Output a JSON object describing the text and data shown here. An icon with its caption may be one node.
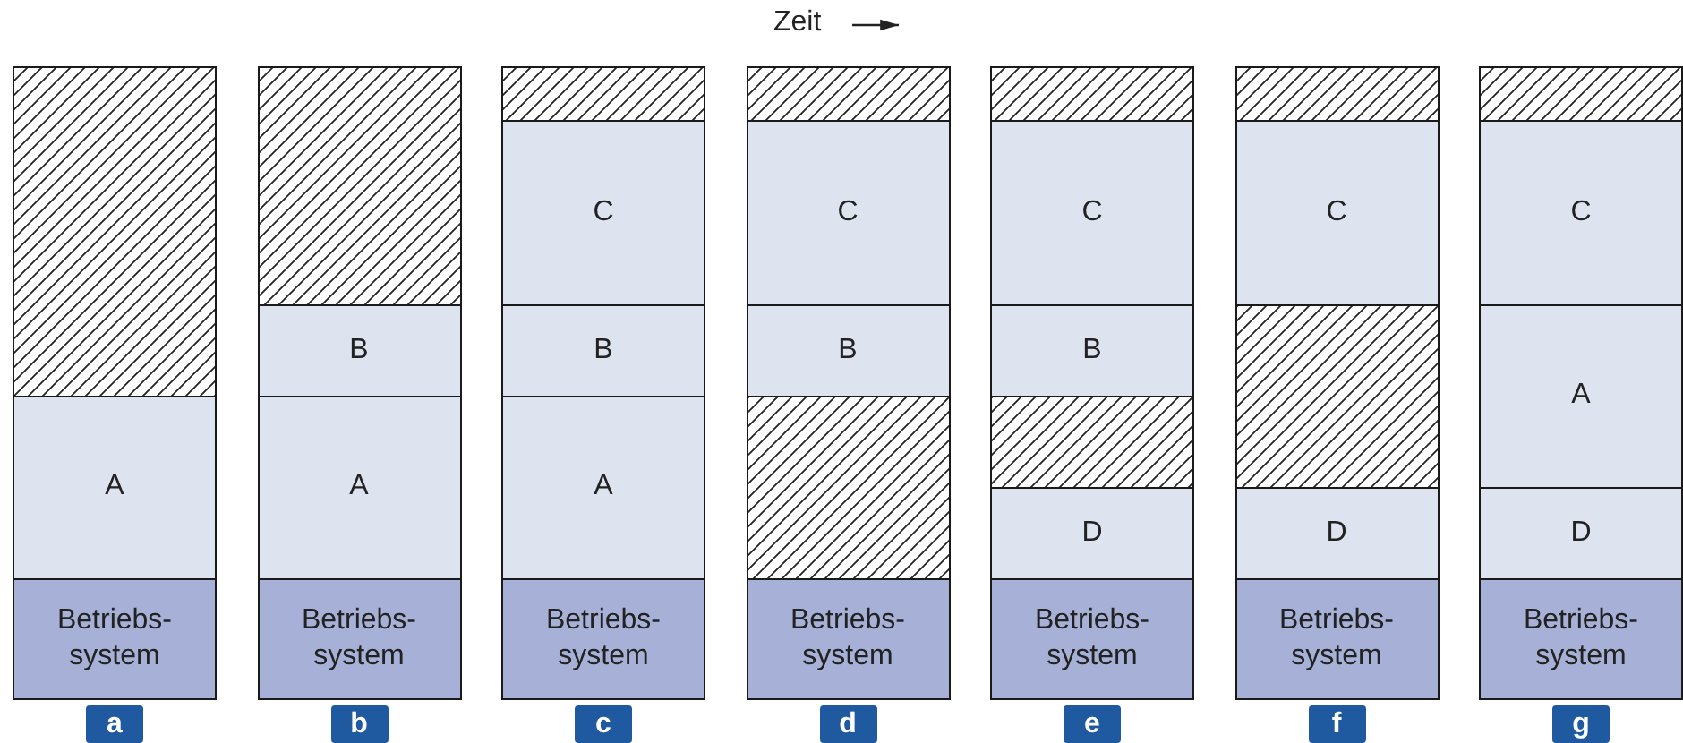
{
  "diagram": {
    "nodes": [
      {
        "text": [],
        "shape": "bar",
        "beside": [
          "a"
        ]
      },
      {
        "text": [],
        "shape": "box",
        "in": 0
      },
      {
        "text": [
          "A"
        ],
        "in": 0
      },
      {
        "text": [
          "Betriebs- system"
        ],
        "in": 0
      },
      {
        "text": [],
        "shape": "bar",
        "beside": [
          "b"
        ]
      },
      {
        "text": [],
        "shape": "box",
        "in": 4
      },
      {
        "text": [
          "B"
        ],
        "in": 4
      },
      {
        "text": [
          "A"
        ],
        "in": 4
      },
      {
        "text": [
          "Betriebs- system"
        ],
        "in": 4
      },
      {
        "text": [],
        "shape": "bar",
        "beside": [
          "c"
        ]
      },
      {
        "text": [],
        "shape": "box",
        "in": 9
      },
      {
        "text": [
          "C"
        ],
        "in": 9
      },
      {
        "text": [
          "B"
        ],
        "in": 9
      },
      {
        "text": [
          "A"
        ],
        "in": 9
      },
      {
        "text": [
          "Betriebs- system"
        ],
        "in": 9
      },
      {
        "text": [],
        "shape": "bar",
        "beside": [
          "d"
        ]
      },
      {
        "text": [],
        "shape": "box",
        "in": 15
      },
      {
        "text": [
          "C"
        ],
        "in": 15
      },
      {
        "text": [
          "B"
        ],
        "in": 15
      },
      {
        "text": [],
        "shape": "box",
        "in": 15
      },
      {
        "text": [
          "Betriebs- system"
        ],
        "in": 15
      },
      {
        "text": [],
        "shape": "bar",
        "beside": [
          "e"
        ]
      },
      {
        "text": [],
        "shape": "box",
        "in": 21
      },
      {
        "text": [
          "C"
        ],
        "in": 21
      },
      {
        "text": [
          "B"
        ],
        "in": 21
      },
      {
        "text": [],
        "shape": "box",
        "in": 21
      },
      {
        "text": [
          "D"
        ],
        "in": 21
      },
      {
        "text": [
          "Betriebs- system"
        ],
        "in": 21
      },
      {
        "text": [],
        "shape": "bar",
        "beside": [
          "f"
        ]
      },
      {
        "text": [],
        "shape": "box",
        "in": 28
      },
      {
        "text": [
          "C"
        ],
        "in": 28
      },
      {
        "text": [],
        "shape": "box",
        "in": 28
      },
      {
        "text": [
          "D"
        ],
        "in": 28
      },
      {
        "text": [
          "Betriebs- system"
        ],
        "in": 28
      },
      {
        "text": [],
        "shape": "bar",
        "beside": [
          "g"
        ]
      },
      {
        "text": [],
        "shape": "box",
        "in": 34
      },
      {
        "text": [
          "C"
        ],
        "in": 34
      },
      {
        "text": [
          "A"
        ],
        "in": 34
      },
      {
        "text": [
          "D"
        ],
        "in": 34
      },
      {
        "text": [
          "Betriebs- system"
        ],
        "in": 34
      }
    ],
    "labels": [
      "Zeit"
    ]
  }
}
